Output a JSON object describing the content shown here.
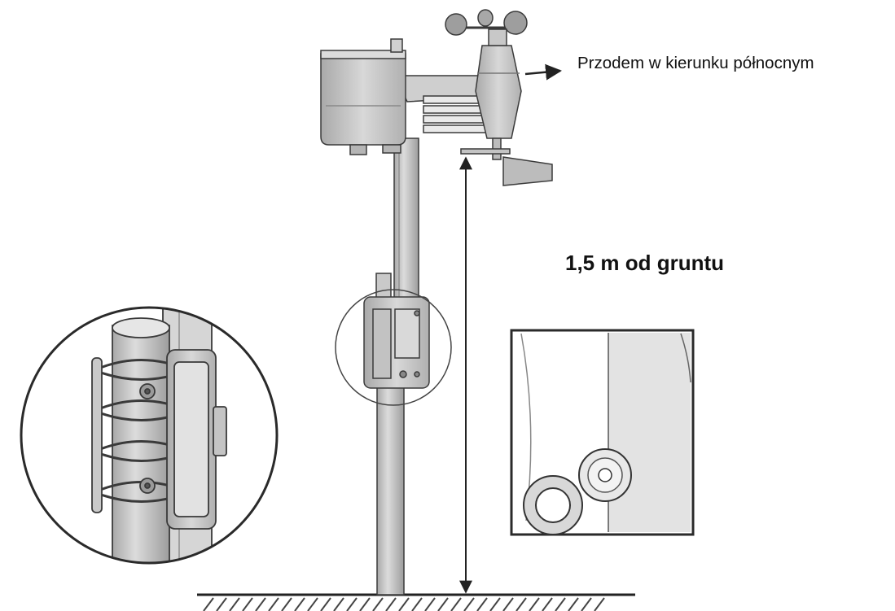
{
  "labels": {
    "direction": "Przodem w kierunku północnym",
    "height": "1,5 m od gruntu"
  },
  "colors": {
    "outline": "#3a3a3a",
    "metal_light": "#d6d6d6",
    "metal_mid": "#b9b9b9",
    "metal_dark": "#8f8f8f",
    "background": "#ffffff"
  },
  "icons": [
    "weather-station-illustration",
    "arrow-right-icon",
    "height-dimension-arrow",
    "magnified-bracket-detail",
    "magnified-battery-cover-detail"
  ]
}
